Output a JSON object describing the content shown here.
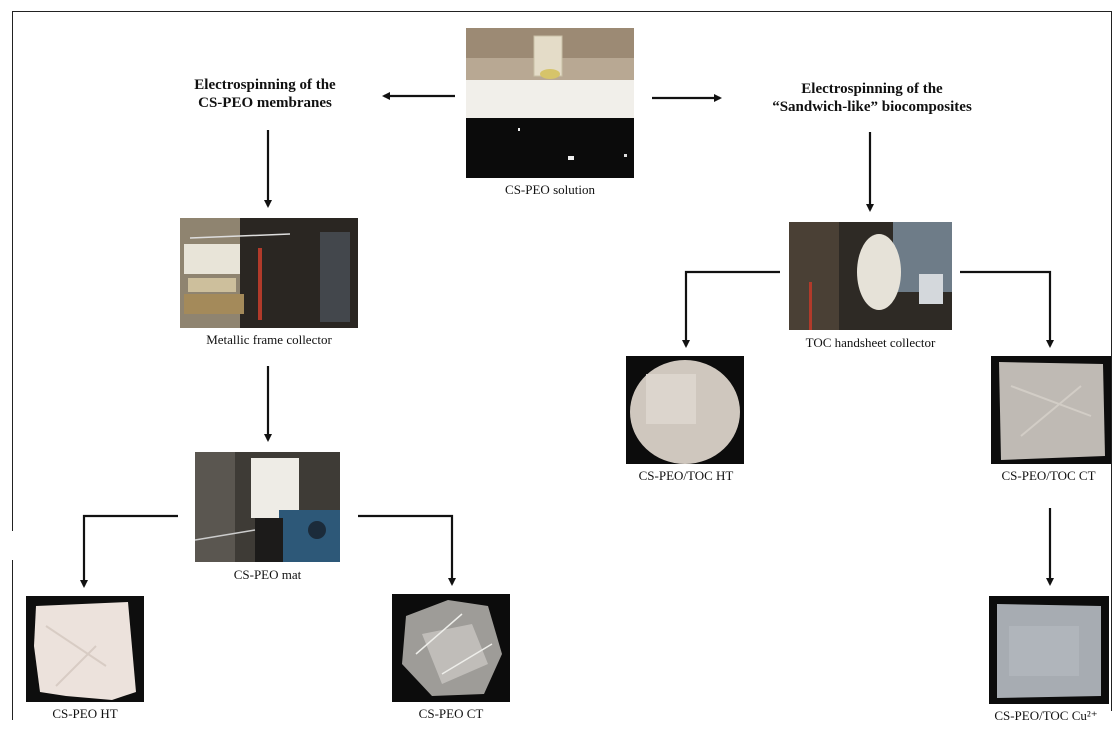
{
  "titles": {
    "left_line1": "Electrospinning of the",
    "left_line2": "CS-PEO membranes",
    "right_line1": "Electrospinning of the",
    "right_line2": "“Sandwich-like” biocomposites"
  },
  "captions": {
    "solution": "CS-PEO solution",
    "metallic": "Metallic frame collector",
    "mat": "CS-PEO mat",
    "peo_ht": "CS-PEO HT",
    "peo_ct": "CS-PEO CT",
    "toc_collector": "TOC handsheet collector",
    "toc_ht": "CS-PEO/TOC HT",
    "toc_ct": "CS-PEO/TOC CT",
    "toc_cu": "CS-PEO/TOC Cu²⁺"
  }
}
